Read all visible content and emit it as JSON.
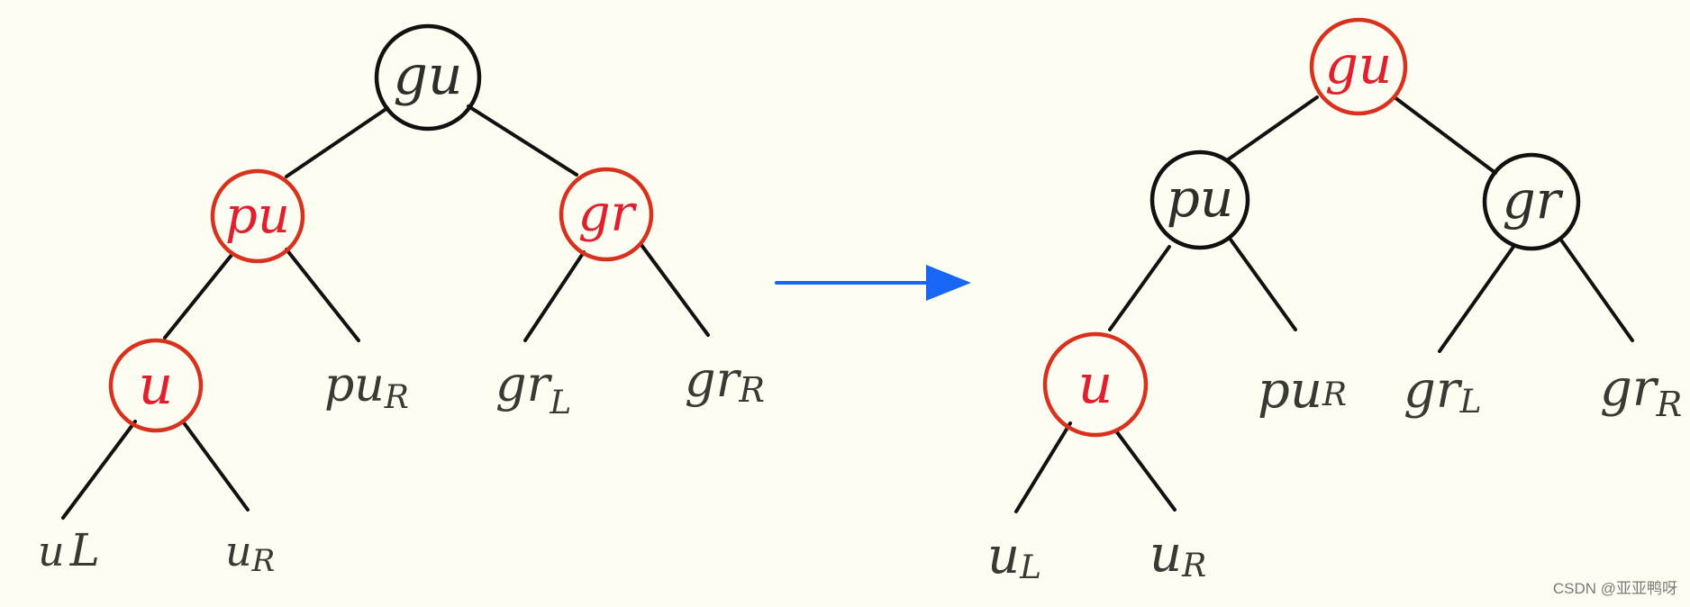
{
  "colors": {
    "background": "#fdfdf1",
    "black": "#111111",
    "red_node": "#d8321e",
    "red_text": "#e0202f",
    "leaf_text": "#3a3a35",
    "arrow": "#1766f5",
    "watermark": "#7a7a7a"
  },
  "before_tree": {
    "nodes": {
      "gu": {
        "label": "gu",
        "color": "black"
      },
      "pu": {
        "label": "pu",
        "color": "red"
      },
      "gr": {
        "label": "gr",
        "color": "red"
      },
      "u": {
        "label": "u",
        "color": "red"
      }
    },
    "leaves": {
      "uL": {
        "main": "u",
        "sub": "L"
      },
      "uR": {
        "main": "u",
        "sub": "R"
      },
      "puR": {
        "main": "pu",
        "sub": "R"
      },
      "grL": {
        "main": "gr",
        "sub": "L"
      },
      "grR": {
        "main": "gr",
        "sub": "R"
      }
    }
  },
  "after_tree": {
    "nodes": {
      "gu": {
        "label": "gu",
        "color": "red"
      },
      "pu": {
        "label": "pu",
        "color": "black"
      },
      "gr": {
        "label": "gr",
        "color": "black"
      },
      "u": {
        "label": "u",
        "color": "red"
      }
    },
    "leaves": {
      "uL": {
        "main": "u",
        "sub": "L"
      },
      "uR": {
        "main": "u",
        "sub": "R"
      },
      "puR": {
        "main": "pu",
        "sub": "R"
      },
      "grL": {
        "main": "gr",
        "sub": "L"
      },
      "grR": {
        "main": "gr",
        "sub": "R"
      }
    }
  },
  "transition_arrow": {
    "icon": "right-arrow-icon"
  },
  "watermark": "CSDN @亚亚鸭呀"
}
